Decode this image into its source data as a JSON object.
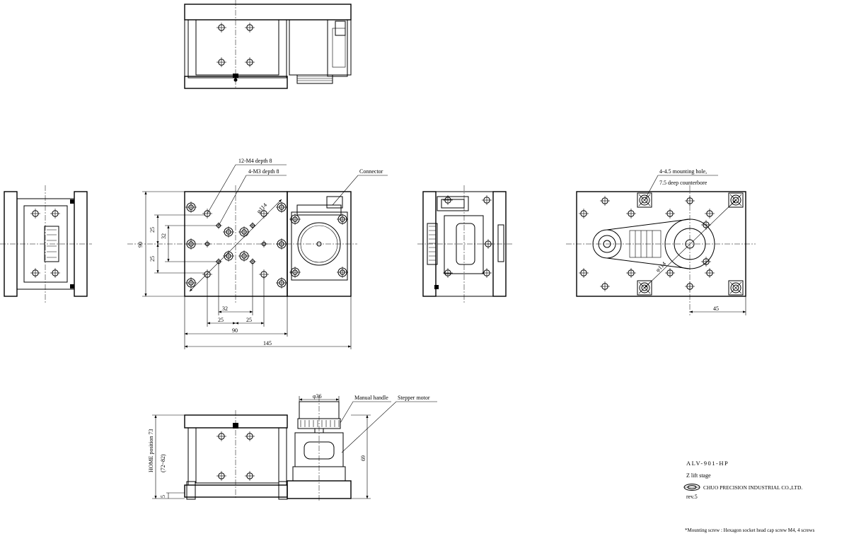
{
  "labels": {
    "holes_m4": "12-M4 depth 8",
    "holes_m3": "4-M3 depth 8",
    "connector": "Connector",
    "mounting_hole_1": "4-4.5 mounting hole,",
    "mounting_hole_2": "7.5 deep counterbore",
    "manual_handle": "Manual handle",
    "stepper_motor": "Stepper motor",
    "home_position": "HOME position 73",
    "home_range": "(72~82)"
  },
  "dimensions": {
    "d114_left": "φ114",
    "d114_right": "φ114",
    "d90_v": "90",
    "d25_a": "25",
    "d32_v": "32",
    "d25_b": "25",
    "d32_h": "32",
    "d25_h1": "25",
    "d25_h2": "25",
    "d90_h": "90",
    "d145_h": "145",
    "d45_h": "45",
    "d36": "φ36",
    "d69": "69",
    "d5": "5"
  },
  "title_block": {
    "model": "ALV-901-HP",
    "description": "Z lift stage",
    "company": "CHUO PRECISION INDUSTRIAL CO.,LTD.",
    "revision": "rev.5"
  },
  "footnote": "*Mounting screw : Hexagon socket head cap screw M4, 4 screws"
}
